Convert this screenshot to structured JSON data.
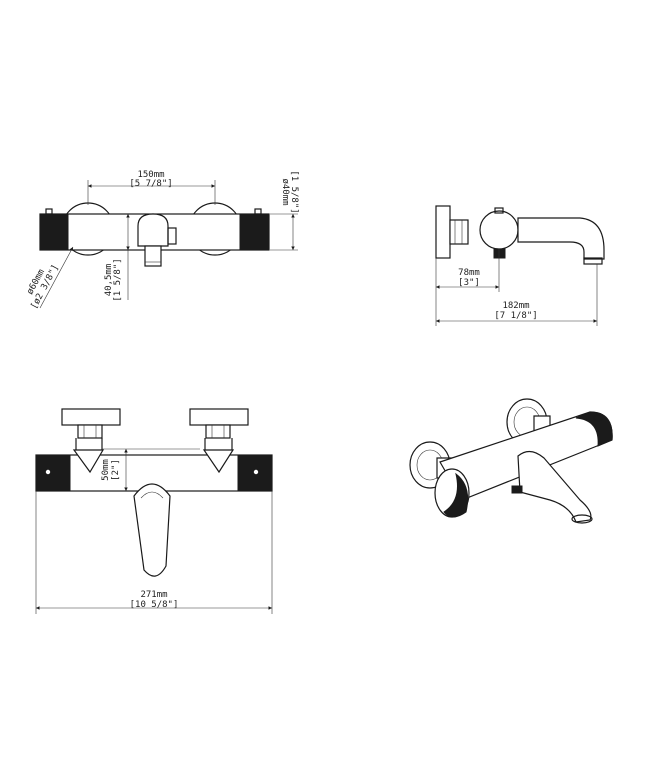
{
  "colors": {
    "line": "#1a1a1a",
    "fill_dark": "#1b1b1b",
    "background": "#ffffff"
  },
  "dimensions": {
    "top_spacing_mm": "150mm",
    "top_spacing_in": "[5 7/8\"]",
    "top_diam_mm": "ø40mm",
    "top_diam_in": "[1 5/8\"]",
    "top_knob_mm": "ø60mm",
    "top_knob_in": "[ø2 3/8\"]",
    "top_height_mm": "40,5mm",
    "top_height_in": "[1 5/8\"]",
    "side_depth_mm": "78mm",
    "side_depth_in": "[3\"]",
    "side_total_mm": "182mm",
    "side_total_in": "[7 1/8\"]",
    "front_height_mm": "50mm",
    "front_height_in": "[2\"]",
    "front_width_mm": "271mm",
    "front_width_in": "[10 5/8\"]"
  }
}
